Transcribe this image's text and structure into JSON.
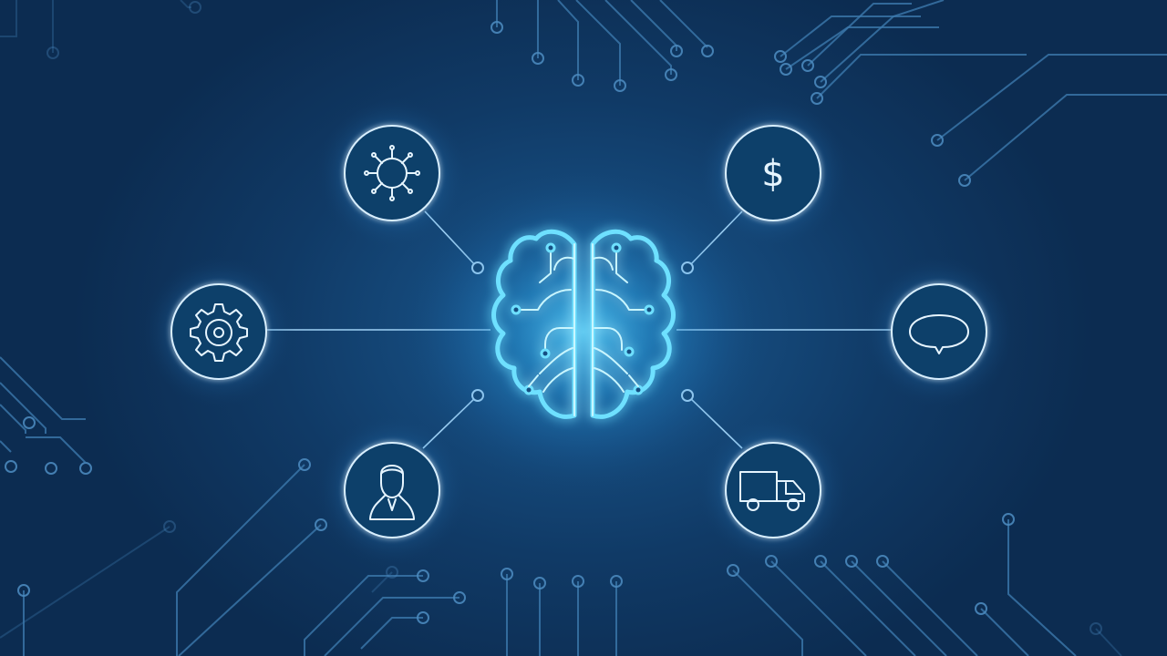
{
  "scene": {
    "center": {
      "icon": "brain-circuit-icon"
    },
    "nodes": [
      {
        "id": "top-left",
        "icon": "virus-icon"
      },
      {
        "id": "top-right",
        "icon": "dollar-icon"
      },
      {
        "id": "middle-left",
        "icon": "gear-icon"
      },
      {
        "id": "middle-right",
        "icon": "speech-bubble-icon"
      },
      {
        "id": "bottom-left",
        "icon": "person-icon"
      },
      {
        "id": "bottom-right",
        "icon": "delivery-truck-icon"
      }
    ],
    "glyphs": {
      "dollar": "$"
    }
  },
  "colors": {
    "background_center": "#1b5c93",
    "background_edge": "#0c2c51",
    "circuit_line": "#3c79ad",
    "brain_glow": "#6ee0ff",
    "node_ring": "#d8efff"
  }
}
